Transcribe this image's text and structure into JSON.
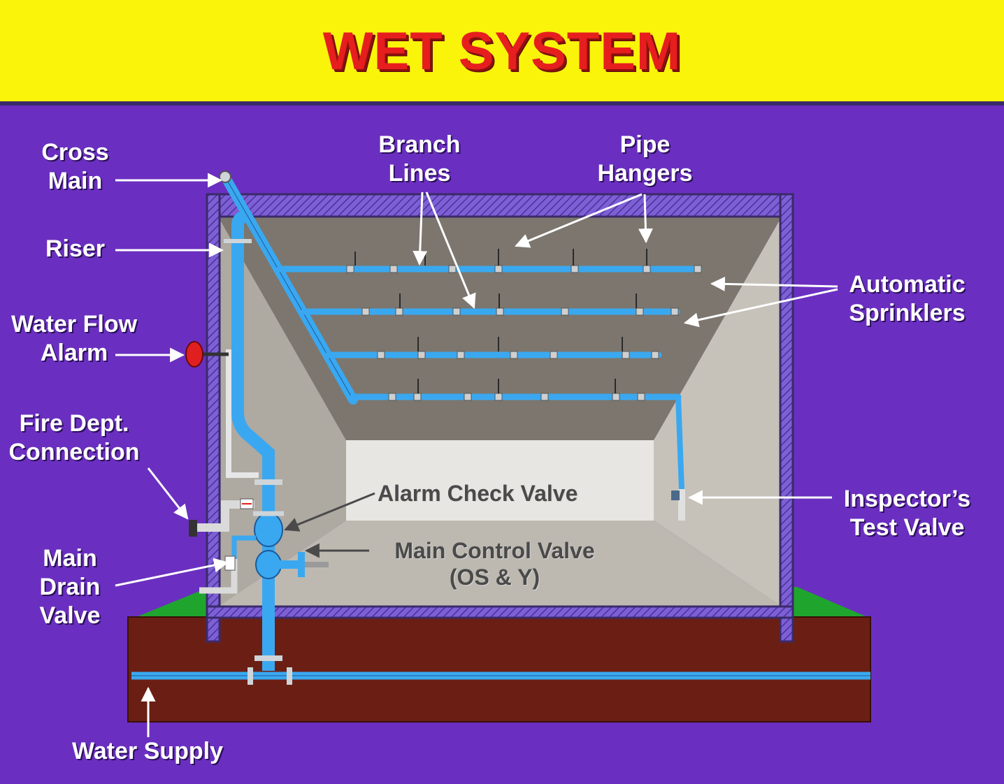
{
  "title": "WET SYSTEM",
  "labels": {
    "cross_main": "Cross\nMain",
    "riser": "Riser",
    "water_flow_alarm": "Water Flow\nAlarm",
    "fire_dept_connection": "Fire Dept.\nConnection",
    "main_drain_valve": "Main\nDrain\nValve",
    "water_supply": "Water Supply",
    "branch_lines": "Branch\nLines",
    "pipe_hangers": "Pipe\nHangers",
    "automatic_sprinklers": "Automatic\nSprinklers",
    "inspectors_test_valve": "Inspector’s\nTest Valve",
    "alarm_check_valve": "Alarm Check Valve",
    "main_control_valve": "Main Control Valve\n(OS & Y)"
  },
  "colors": {
    "background": "#6a2fc0",
    "header": "#f9f40a",
    "title": "#e61e1e",
    "pipe": "#3aa8f0",
    "ground": "#6b1f14",
    "grass": "#1fa52e",
    "wall": "#8e8aa8",
    "ceiling": "#7c766e",
    "floor": "#c4c0b8"
  }
}
